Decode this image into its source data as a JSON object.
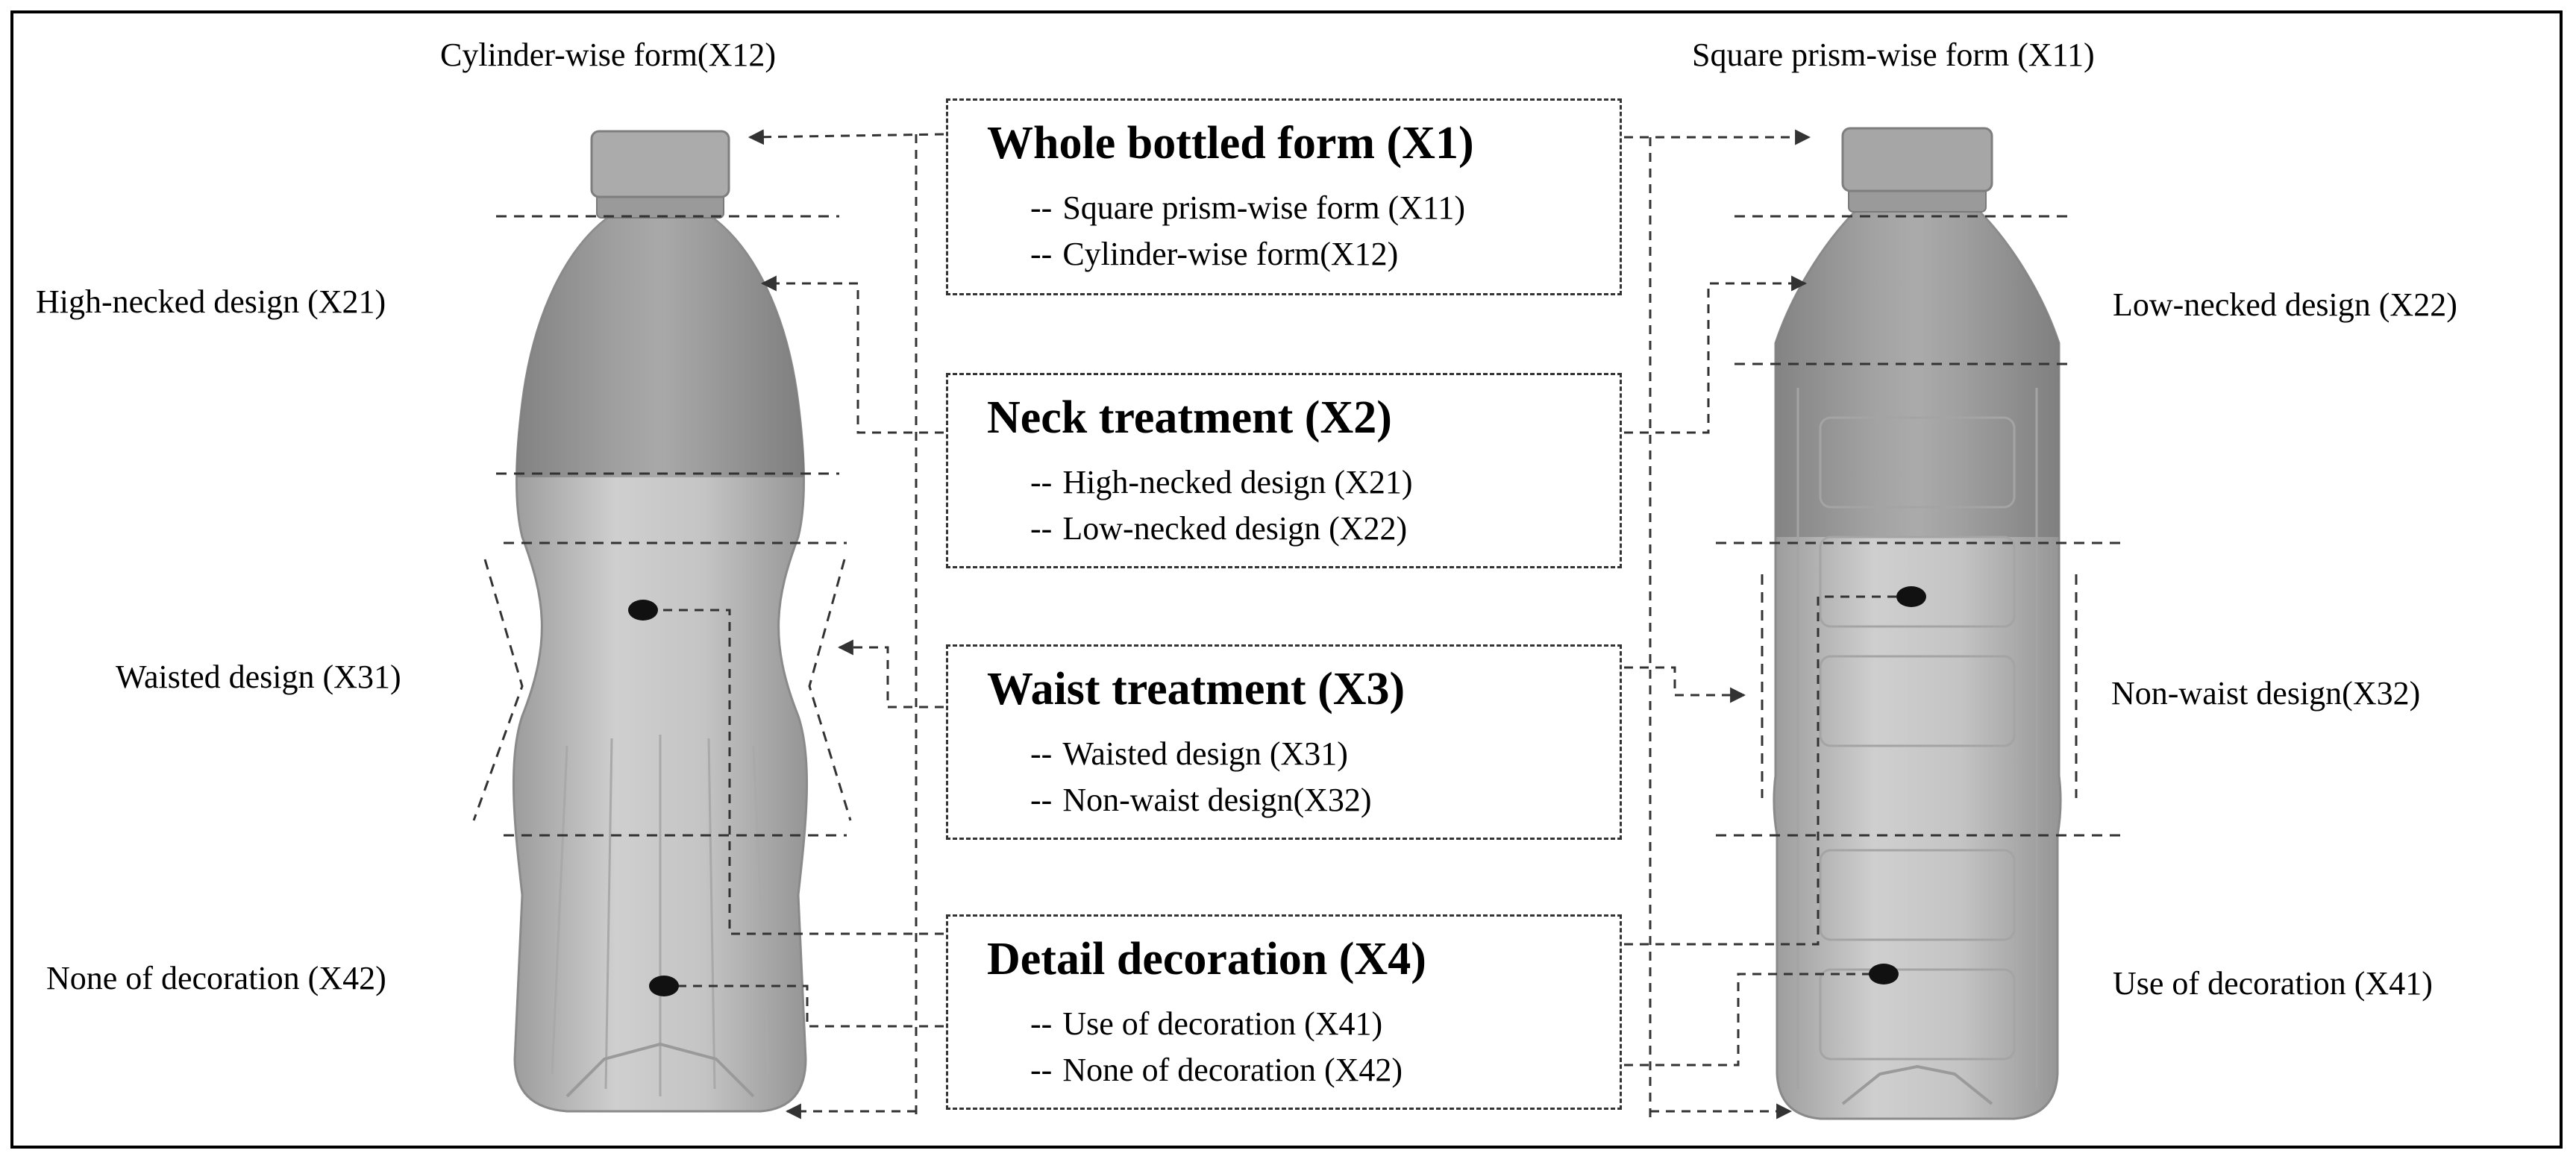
{
  "colors": {
    "line": "#333333",
    "bottle_body": "#bdbdbd",
    "bottle_shoulder": "#8f8f8f",
    "cap": "#a8a8a8",
    "liquid": "#cfcfcf",
    "marker": "#111111"
  },
  "left_bottle": {
    "top_label": "Cylinder-wise form(X12)",
    "labels": {
      "neck": "High-necked design (X21)",
      "waist": "Waisted design (X31)",
      "decoration": "None of decoration (X42)"
    }
  },
  "right_bottle": {
    "top_label": "Square prism-wise form (X11)",
    "labels": {
      "neck": "Low-necked design (X22)",
      "waist": "Non-waist design(X32)",
      "decoration": "Use of decoration (X41)"
    }
  },
  "boxes": [
    {
      "title": "Whole bottled form (X1)",
      "items": [
        "Square prism-wise form (X11)",
        "Cylinder-wise form(X12)"
      ]
    },
    {
      "title": "Neck treatment (X2)",
      "items": [
        "High-necked design (X21)",
        "Low-necked design (X22)"
      ]
    },
    {
      "title": "Waist treatment (X3)",
      "items": [
        "Waisted design (X31)",
        "Non-waist design(X32)"
      ]
    },
    {
      "title": "Detail decoration (X4)",
      "items": [
        "Use of decoration (X41)",
        "None of decoration (X42)"
      ]
    }
  ],
  "item_prefix": "--"
}
